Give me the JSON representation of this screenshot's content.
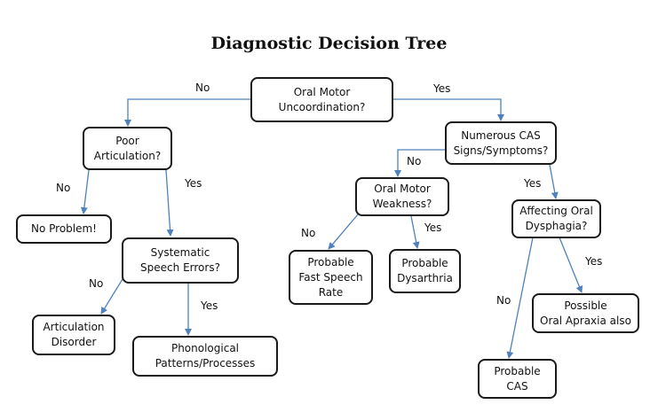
{
  "title": "Diagnostic Decision Tree",
  "colors": {
    "edge": "#4f81bd",
    "border": "#1a1a1a",
    "text": "#111111"
  },
  "nodes": {
    "oral_motor_uncoordination": "Oral Motor\nUncoordination?",
    "poor_articulation": "Poor\nArticulation?",
    "numerous_cas_signs": "Numerous CAS\nSigns/Symptoms?",
    "no_problem": "No Problem!",
    "systematic_speech_errors": "Systematic\nSpeech Errors?",
    "oral_motor_weakness": "Oral Motor\nWeakness?",
    "affecting_oral_dysphagia": "Affecting Oral\nDysphagia?",
    "probable_fast_speech_rate": "Probable\nFast Speech\nRate",
    "probable_dysarthria": "Probable\nDysarthria",
    "articulation_disorder": "Articulation\nDisorder",
    "phonological_patterns": "Phonological\nPatterns/Processes",
    "possible_oral_apraxia": "Possible\nOral Apraxia  also",
    "probable_cas": "Probable\nCAS"
  },
  "edge_labels": {
    "root_no": "No",
    "root_yes": "Yes",
    "articulation_no": "No",
    "articulation_yes": "Yes",
    "cas_no": "No",
    "cas_yes": "Yes",
    "systematic_no": "No",
    "systematic_yes": "Yes",
    "weakness_no": "No",
    "weakness_yes": "Yes",
    "dysphagia_no": "No",
    "dysphagia_yes": "Yes"
  }
}
